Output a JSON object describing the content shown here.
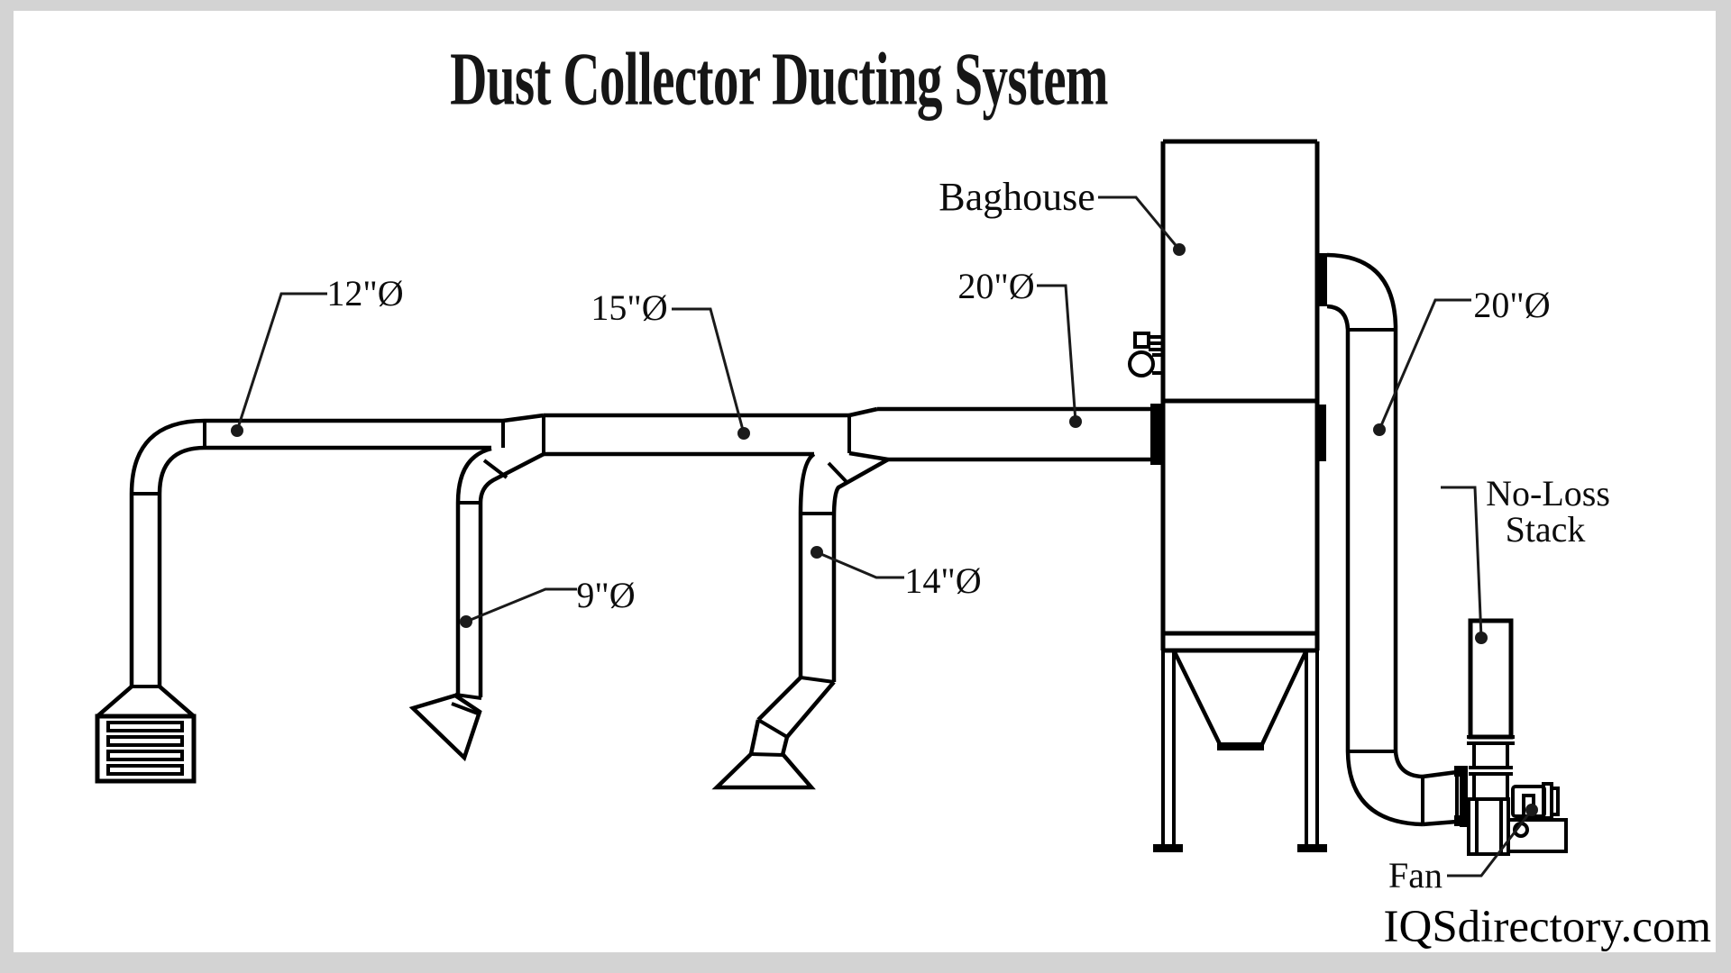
{
  "colors": {
    "background": "#d3d3d3",
    "canvas": "#ffffff",
    "line": "#000000"
  },
  "title": {
    "text": "Dust Collector Ducting System"
  },
  "watermark": {
    "text": "IQSdirectory.com"
  },
  "labels": {
    "duct_12": {
      "text": "12\"Ø"
    },
    "duct_15": {
      "text": "15\"Ø"
    },
    "duct_20_inlet": {
      "text": "20\"Ø"
    },
    "duct_9": {
      "text": "9\"Ø"
    },
    "duct_14": {
      "text": "14\"Ø"
    },
    "baghouse": {
      "text": "Baghouse"
    },
    "duct_20_outlet": {
      "text": "20\"Ø"
    },
    "no_loss_line1": {
      "text": "No-Loss"
    },
    "no_loss_line2": {
      "text": "Stack"
    },
    "fan": {
      "text": "Fan"
    }
  }
}
